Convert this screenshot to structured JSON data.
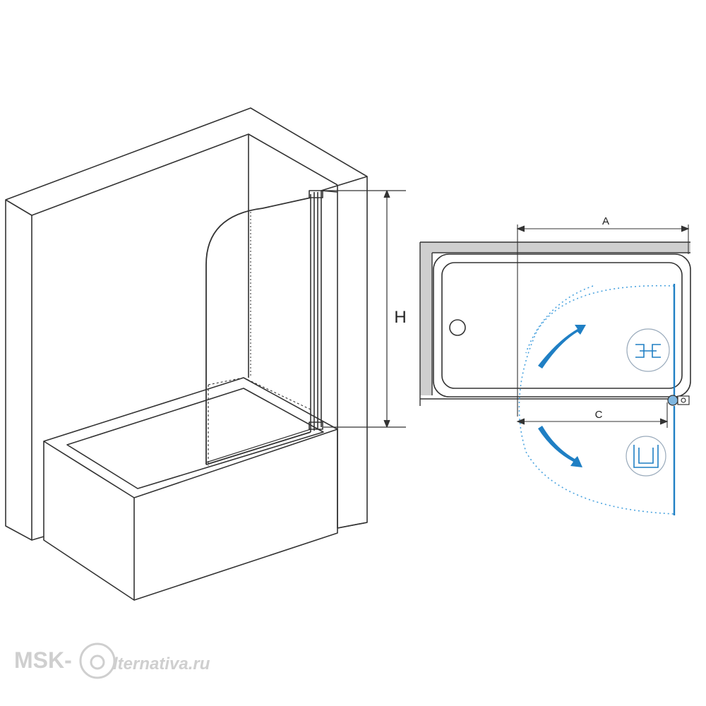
{
  "labels": {
    "height": "H",
    "width_a": "A",
    "width_c": "C"
  },
  "watermark": {
    "prefix": "MSK-",
    "suffix": "lternativa.ru"
  },
  "colors": {
    "line": "#333333",
    "wall_fill": "#cfcfcf",
    "accent_blue": "#1f7fc4",
    "dotted_blue": "#4aa3df",
    "watermark": "#cfcfcf"
  },
  "icons": [
    "bathtub-perspective-drawing",
    "bathtub-plan-drawing",
    "swing-arrow-icon",
    "hinge-detail-icon",
    "seal-profile-icon"
  ]
}
